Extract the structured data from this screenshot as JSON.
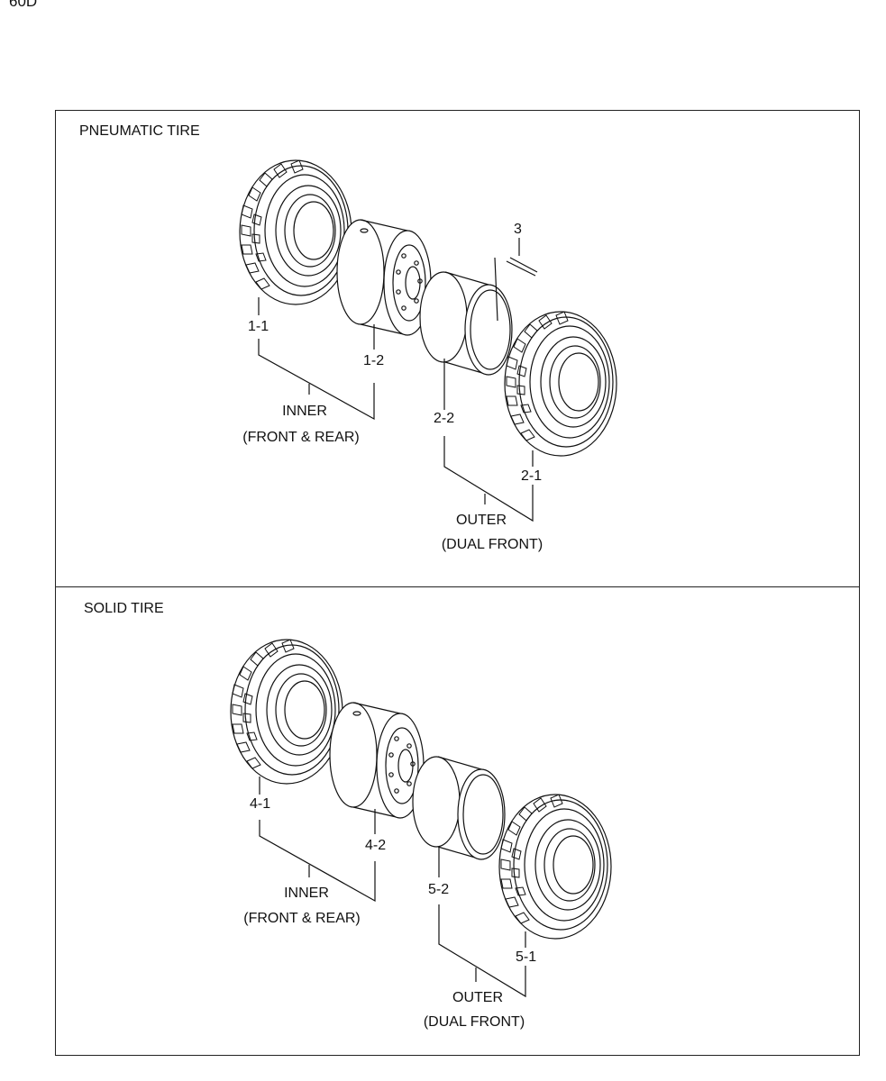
{
  "page_code": "60D",
  "panels": {
    "pneumatic": {
      "title": "PNEUMATIC TIRE",
      "labels": {
        "l11": "1-1",
        "l12": "1-2",
        "l22": "2-2",
        "l21": "2-1",
        "l3": "3"
      },
      "inner": {
        "line1": "INNER",
        "line2": "(FRONT & REAR)"
      },
      "outer": {
        "line1": "OUTER",
        "line2": "(DUAL FRONT)"
      }
    },
    "solid": {
      "title": "SOLID TIRE",
      "labels": {
        "l41": "4-1",
        "l42": "4-2",
        "l52": "5-2",
        "l51": "5-1"
      },
      "inner": {
        "line1": "INNER",
        "line2": "(FRONT & REAR)"
      },
      "outer": {
        "line1": "OUTER",
        "line2": "(DUAL FRONT)"
      }
    }
  }
}
